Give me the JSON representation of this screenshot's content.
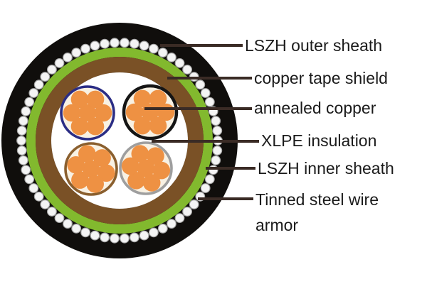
{
  "diagram": {
    "type": "cable-cross-section",
    "labels": [
      {
        "text": "LSZH outer sheath"
      },
      {
        "text": "copper tape shield"
      },
      {
        "text": "annealed copper"
      },
      {
        "text": "XLPE insulation"
      },
      {
        "text": "LSZH inner sheath"
      },
      {
        "text": "Tinned steel wire armor"
      }
    ],
    "colors": {
      "background": "#ffffff",
      "outer_sheath": "#100e0c",
      "armor_wire_fill": "#f4f4f4",
      "armor_wire_edge": "#a8a8a8",
      "inner_sheath": "#82b92e",
      "copper_tape": "#7a5126",
      "filler": "#ffffff",
      "conductor_fill": "#f8f1e3",
      "copper_strand": "#ee9143",
      "insulation_blue": "#2b2d85",
      "insulation_black": "#151515",
      "insulation_brown": "#8a5f2e",
      "insulation_gray": "#9e9e9e",
      "leader_line": "#3a2b25",
      "label_text": "#1b1b1b"
    }
  }
}
